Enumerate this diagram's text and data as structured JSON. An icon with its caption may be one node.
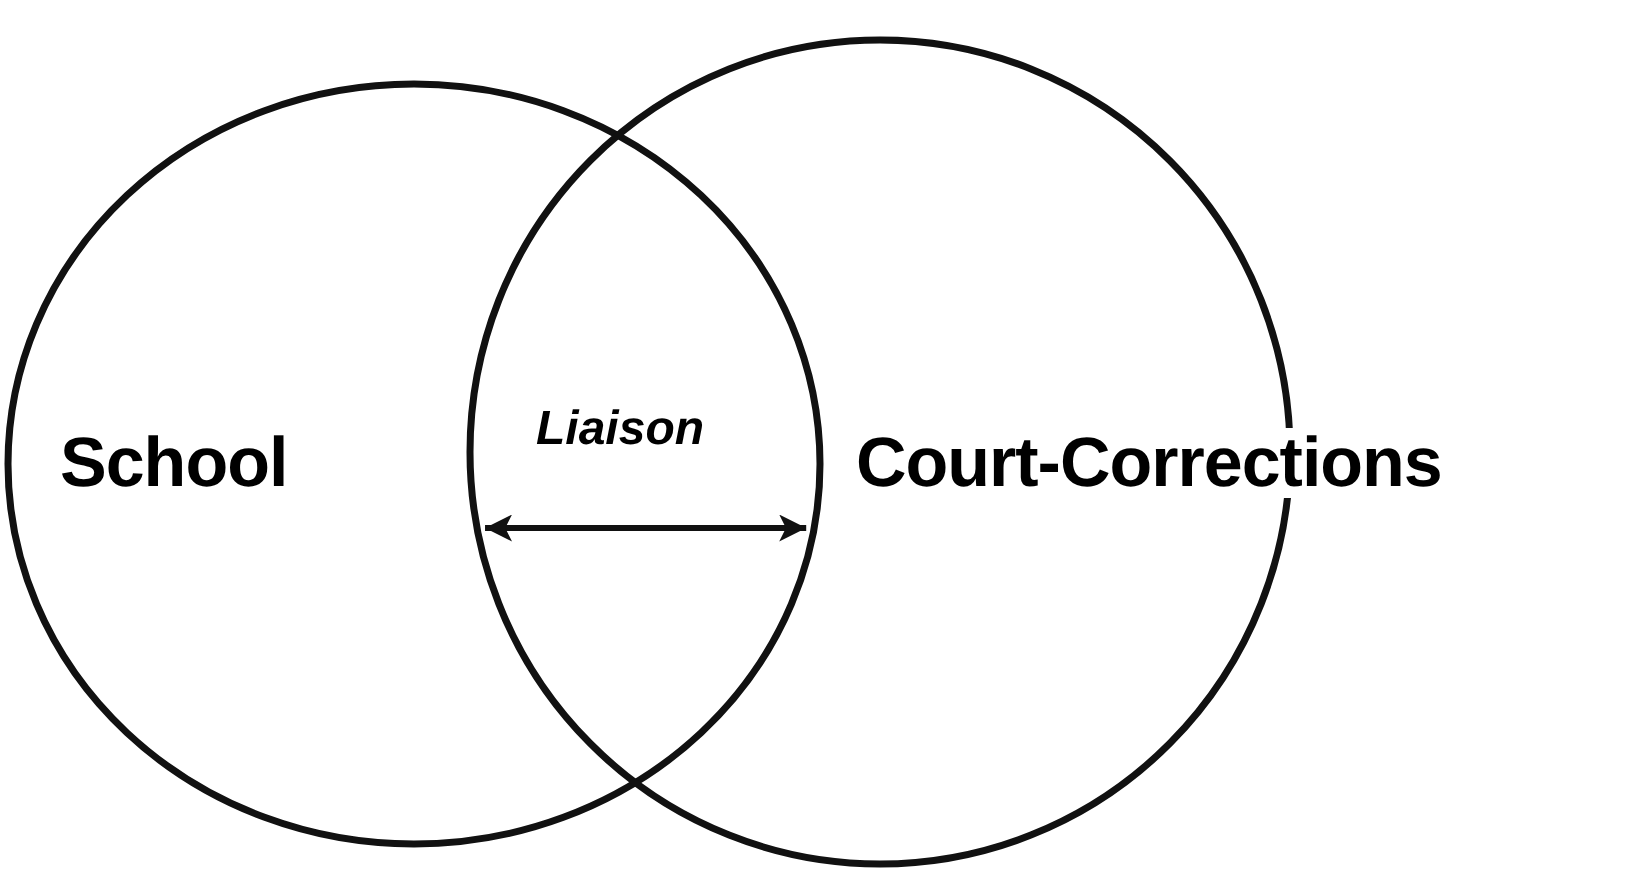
{
  "diagram": {
    "nodes": [
      {
        "text": [
          "School"
        ]
      },
      {
        "text": [
          "Court-Corrections"
        ]
      }
    ],
    "edges": [
      {
        "from": 0,
        "to": 1,
        "arrow": "both"
      }
    ],
    "labels": [
      "Liaison"
    ]
  }
}
